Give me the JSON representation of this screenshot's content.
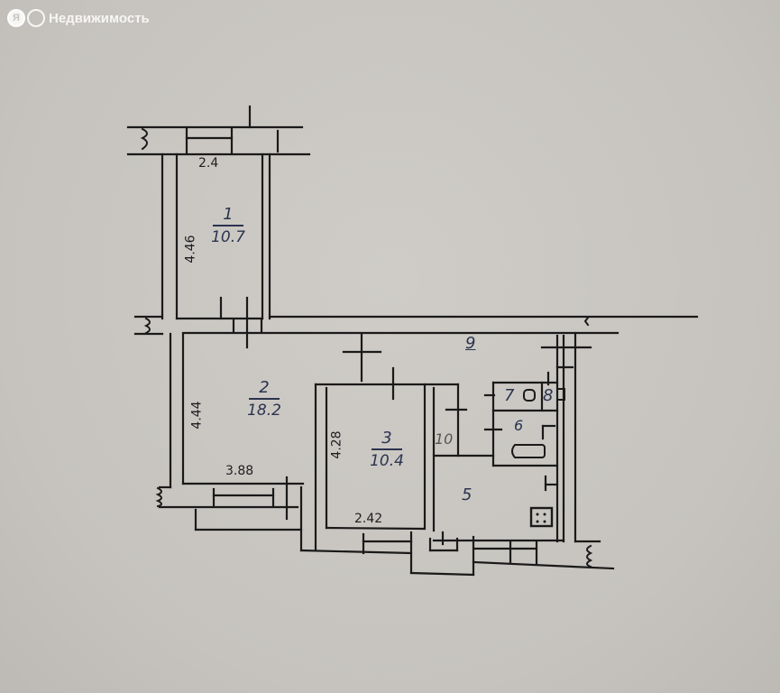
{
  "watermark": {
    "logo_left": "Я",
    "logo_right": "",
    "brand": "Недвижимость"
  },
  "floor_plan": {
    "colors": {
      "background": "#c9c6c1",
      "lines": "#1a1a1a",
      "handwriting": "#2b3350"
    },
    "rooms": [
      {
        "number": "1",
        "area": "10.7",
        "width_label": "2.4",
        "length_label": "4.46"
      },
      {
        "number": "2",
        "area": "18.2",
        "width_label": "3.88",
        "length_label": "4.44"
      },
      {
        "number": "3",
        "area": "10.4",
        "width_label": "2.42",
        "length_label": "4.28"
      },
      {
        "number": "5",
        "area": ""
      },
      {
        "number": "6",
        "area": ""
      },
      {
        "number": "7",
        "area": ""
      },
      {
        "number": "8",
        "area": ""
      },
      {
        "number": "9",
        "area": ""
      },
      {
        "number": "10",
        "area": ""
      }
    ]
  }
}
